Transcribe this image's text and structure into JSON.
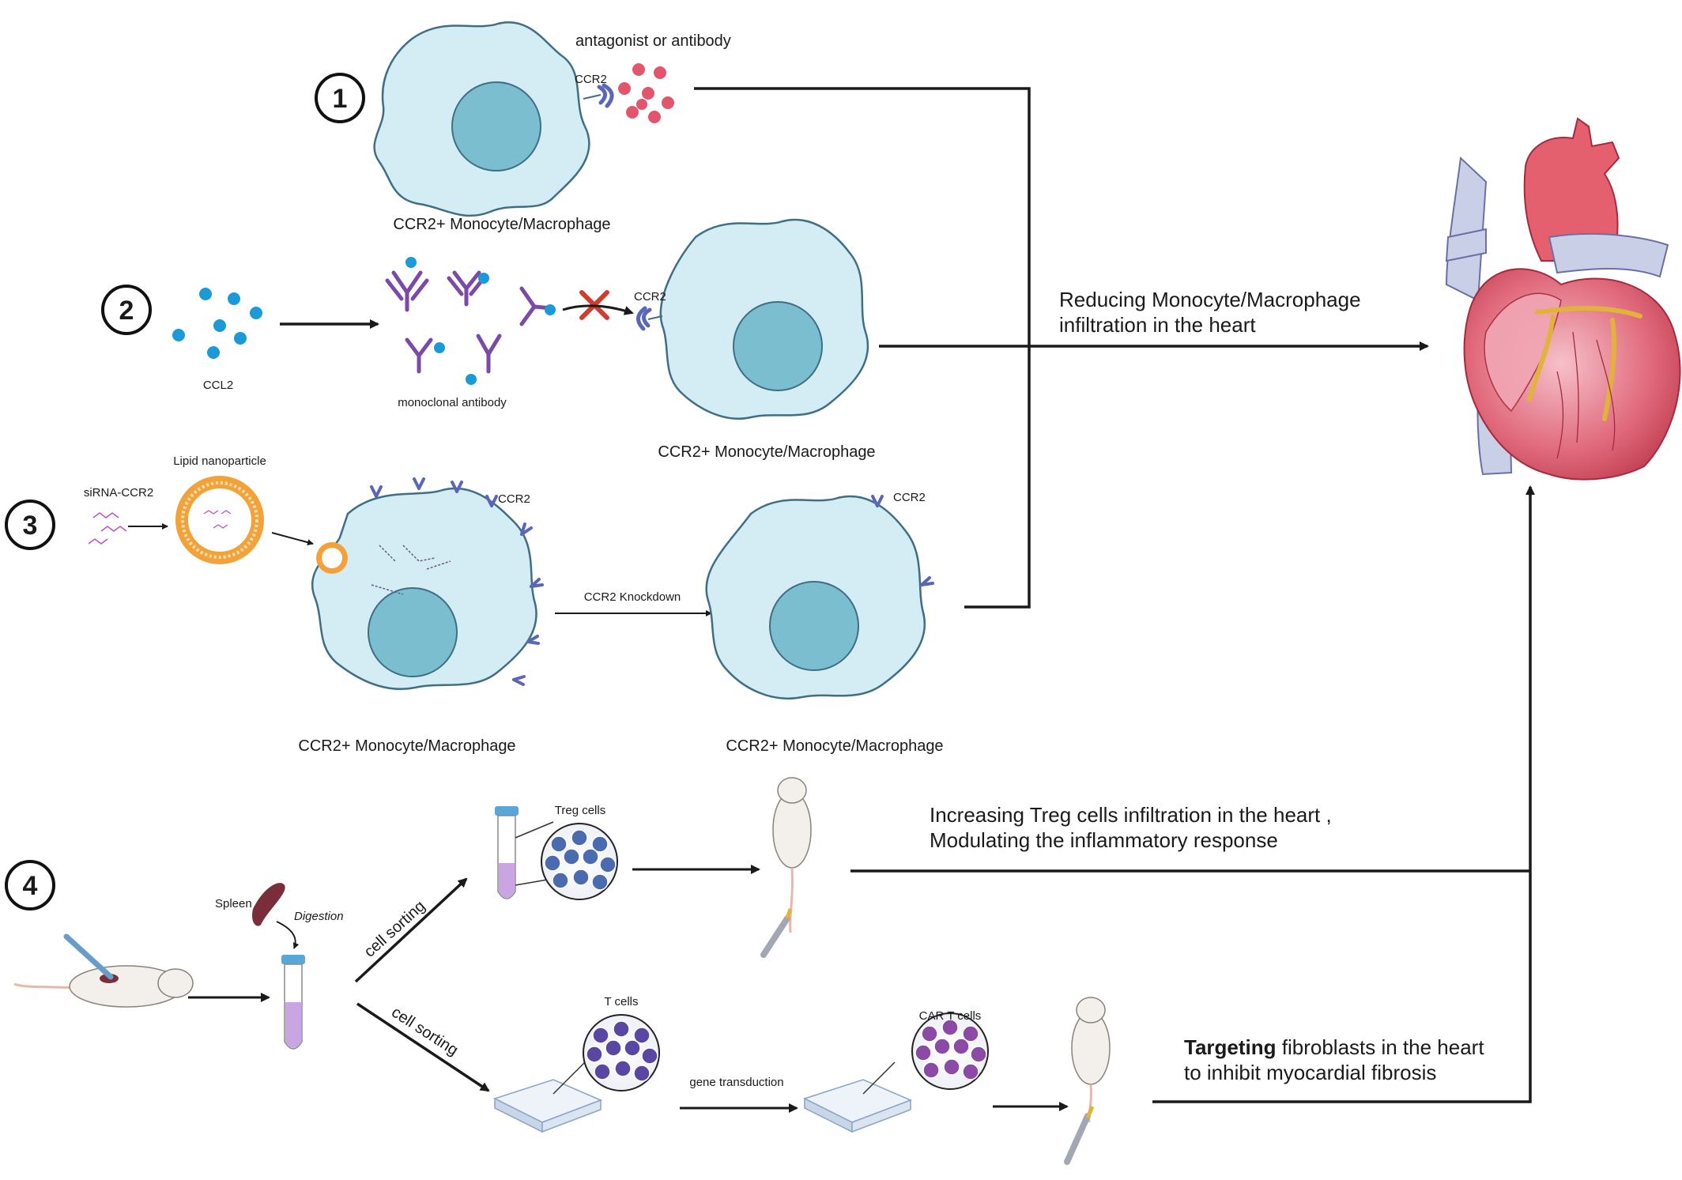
{
  "steps": [
    "1",
    "2",
    "3",
    "4"
  ],
  "path1": {
    "agent_label": "antagonist or antibody",
    "receptor_label": "CCR2",
    "cell_label": "CCR2+ Monocyte/Macrophage"
  },
  "path2": {
    "ligand_label": "CCL2",
    "antibody_label": "monoclonal antibody",
    "receptor_label": "CCR2",
    "cell_label": "CCR2+ Monocyte/Macrophage"
  },
  "path3": {
    "sirna_label": "siRNA-CCR2",
    "lnp_label": "Lipid nanoparticle",
    "receptor_label_a": "CCR2",
    "receptor_label_b": "CCR2",
    "knockdown_label": "CCR2 Knockdown",
    "cell_label_a": "CCR2+ Monocyte/Macrophage",
    "cell_label_b": "CCR2+ Monocyte/Macrophage"
  },
  "outcome_top": {
    "line1": "Reducing  Monocyte/Macrophage",
    "line2": "infiltration in the heart"
  },
  "path4": {
    "spleen_label": "Spleen",
    "digestion_label": "Digestion",
    "sorting_label_a": "cell sorting",
    "sorting_label_b": "cell sorting",
    "treg_label": "Treg cells",
    "tcell_label": "T cells",
    "transduction_label": "gene transduction",
    "cart_label": "CAR T cells",
    "treg_outcome_1": "Increasing Treg cells infiltration in the heart ,",
    "treg_outcome_2": "Modulating the inflammatory response",
    "cart_outcome_bold": "Targeting",
    "cart_outcome_1": " fibroblasts in the heart",
    "cart_outcome_2": "to inhibit myocardial fibrosis"
  },
  "colors": {
    "cell_fill": "#d4ecf3",
    "cell_stroke": "#3f6e85",
    "nucleus": "#7bbecf",
    "receptor": "#5a66b8",
    "ligand_blue": "#1a9bd7",
    "antagonist": "#e2566d",
    "antibody": "#7a4aa6",
    "lnp": "#f3a23a",
    "heart_red": "#d8475a",
    "heart_pink": "#f2a5b3",
    "vessel": "#c9cfe6",
    "treg_dot": "#4a6bb0",
    "tcell_dot": "#5a47a3",
    "cart_dot": "#8a4aa6"
  }
}
